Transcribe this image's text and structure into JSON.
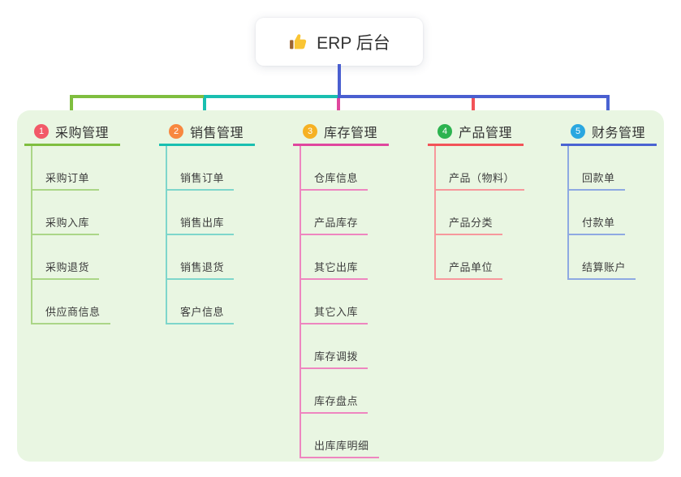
{
  "root": {
    "label": "ERP 后台",
    "icon": "thumbs-up-icon"
  },
  "colors": {
    "panel_bg": "#e9f6e2",
    "root_connector": "#4a5fd0"
  },
  "branches": [
    {
      "badge": "1",
      "label": "采购管理",
      "color": "#7fbe3f",
      "light_color": "#abd687",
      "badge_color": "#f25968",
      "children": [
        "采购订单",
        "采购入库",
        "采购退货",
        "供应商信息"
      ]
    },
    {
      "badge": "2",
      "label": "销售管理",
      "color": "#19bfb0",
      "light_color": "#7ed6cb",
      "badge_color": "#f8873f",
      "children": [
        "销售订单",
        "销售出库",
        "销售退货",
        "客户信息"
      ]
    },
    {
      "badge": "3",
      "label": "库存管理",
      "color": "#e0479e",
      "light_color": "#ee86c0",
      "badge_color": "#f6b123",
      "children": [
        "仓库信息",
        "产品库存",
        "其它出库",
        "其它入库",
        "库存调拨",
        "库存盘点",
        "出库库明细"
      ]
    },
    {
      "badge": "4",
      "label": "产品管理",
      "color": "#f25358",
      "light_color": "#f7989c",
      "badge_color": "#2cb34f",
      "children": [
        "产品（物料）",
        "产品分类",
        "产品单位"
      ]
    },
    {
      "badge": "5",
      "label": "财务管理",
      "color": "#4a63d2",
      "light_color": "#8ea9e2",
      "badge_color": "#2aa7e0",
      "children": [
        "回款单",
        "付款单",
        "结算账户"
      ]
    }
  ]
}
